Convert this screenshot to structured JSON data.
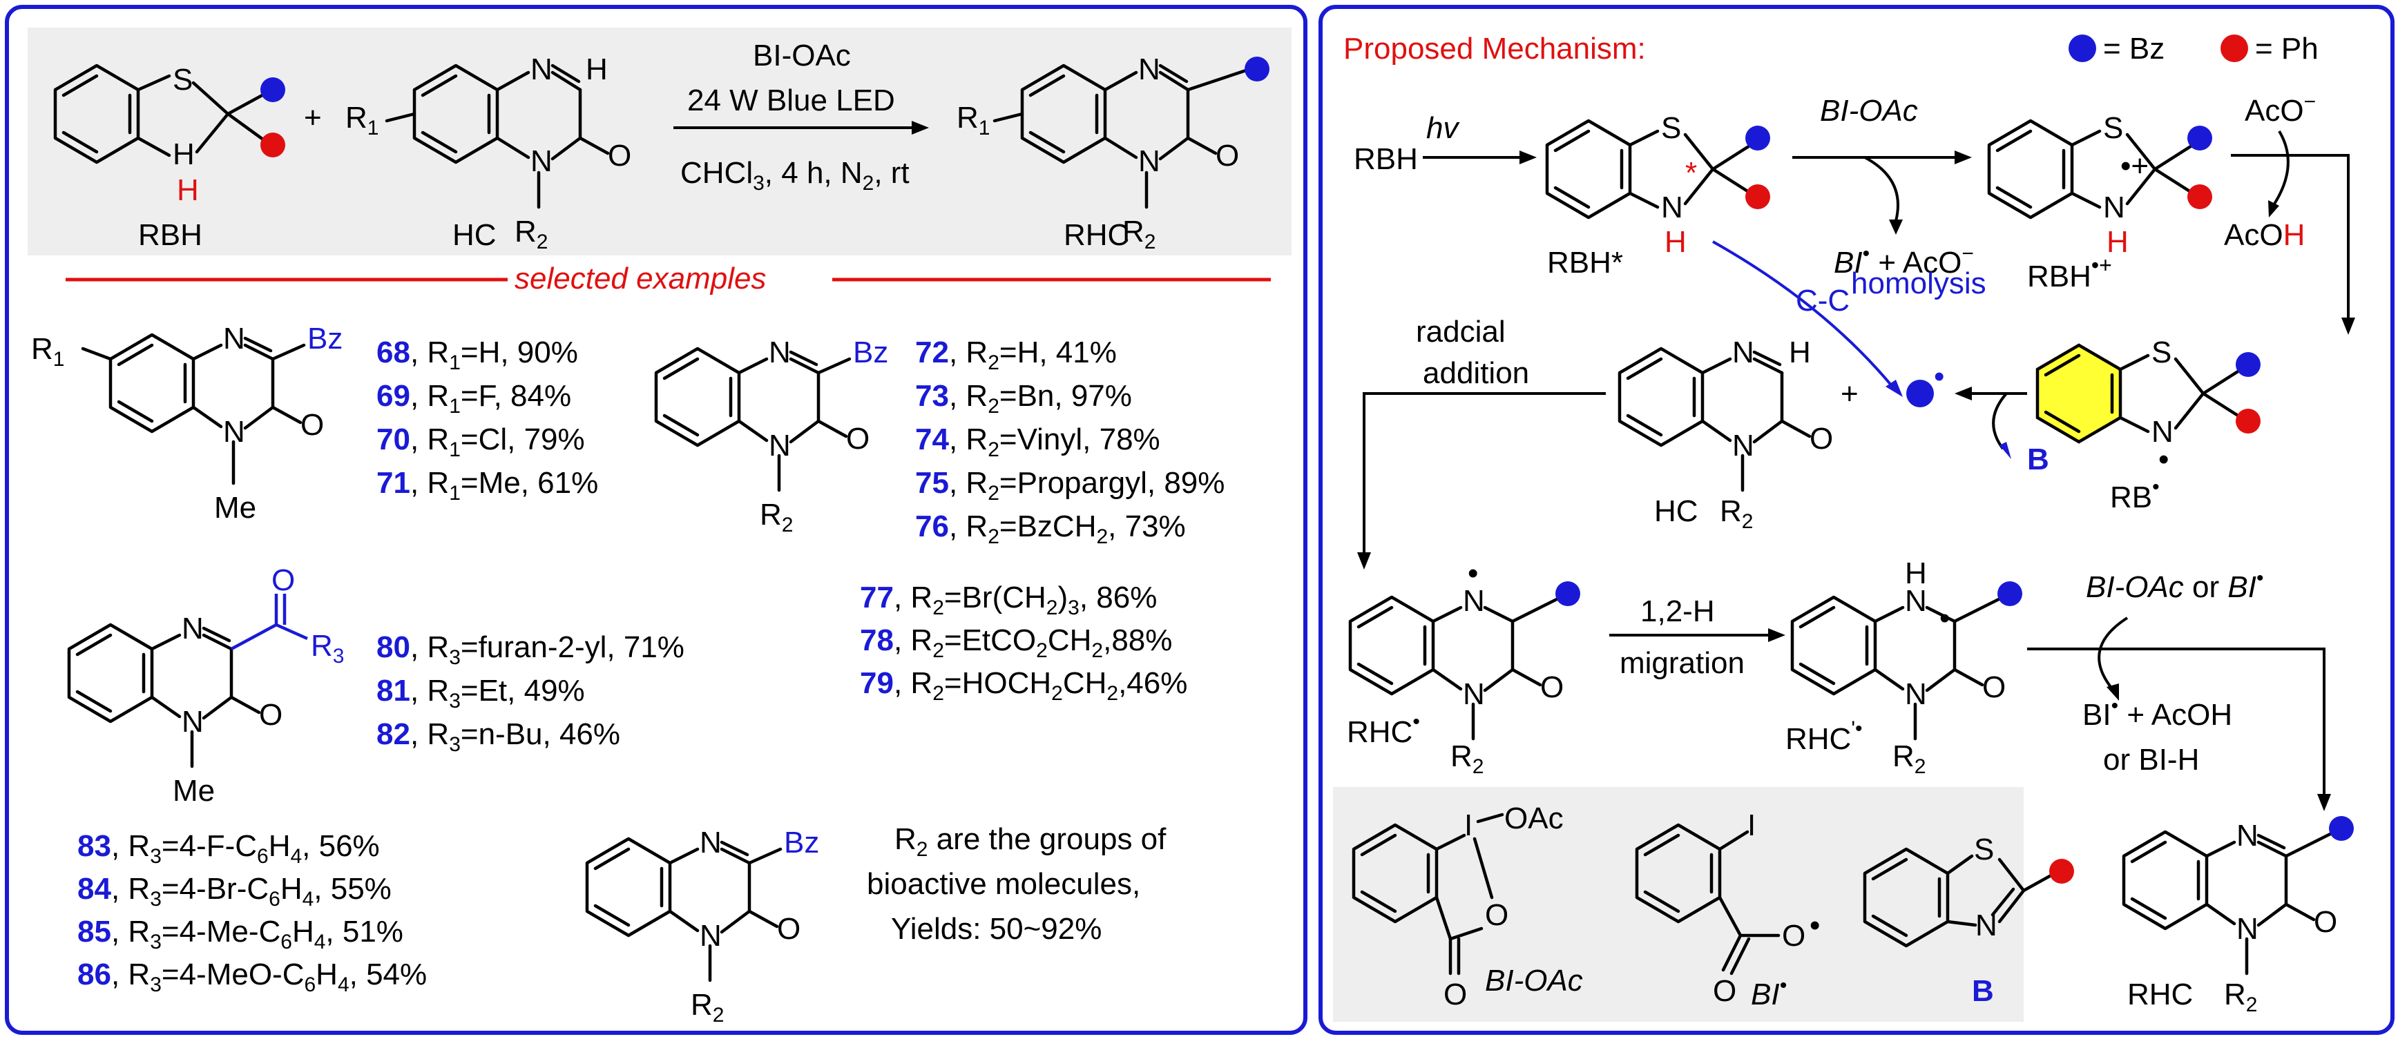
{
  "scheme": {
    "reagents": {
      "line1": "BI-OAc",
      "line2": "24 W Blue LED",
      "line3": "CHCl",
      "line3_sub": "3",
      "line3_tail": ", 4 h, N",
      "line3_sub2": "2",
      "line3_end": ", rt"
    },
    "labels": {
      "rbh": "RBH",
      "hc": "HC",
      "rhc": "RHC",
      "plus": "+",
      "r1": "R",
      "r1_sub": "1",
      "r2": "R",
      "r2_sub": "2",
      "h": "H",
      "s": "S",
      "n": "N",
      "o": "O"
    },
    "selected_examples": "selected examples"
  },
  "examples_group1": [
    {
      "num": "68",
      "text": ", R",
      "sub": "1",
      "tail": "=H, 90%"
    },
    {
      "num": "69",
      "text": ", R",
      "sub": "1",
      "tail": "=F, 84%"
    },
    {
      "num": "70",
      "text": ", R",
      "sub": "1",
      "tail": "=Cl, 79%"
    },
    {
      "num": "71",
      "text": ", R",
      "sub": "1",
      "tail": "=Me, 61%"
    }
  ],
  "examples_group2": [
    {
      "num": "72",
      "text": ", R",
      "sub": "2",
      "tail": "=H, 41%"
    },
    {
      "num": "73",
      "text": ", R",
      "sub": "2",
      "tail": "=Bn, 97%"
    },
    {
      "num": "74",
      "text": ", R",
      "sub": "2",
      "tail": "=Vinyl, 78%"
    },
    {
      "num": "75",
      "text": ", R",
      "sub": "2",
      "tail": "=Propargyl, 89%"
    },
    {
      "num": "76",
      "text": ", R",
      "sub": "2",
      "tail": "=BzCH",
      "sub2": "2",
      "end": ", 73%"
    }
  ],
  "examples_group3": [
    {
      "num": "77",
      "text": ", R",
      "sub": "2",
      "tail": "=Br(CH",
      "sub2": "2",
      "end": ")",
      "sub3": "3",
      "end2": ", 86%"
    },
    {
      "num": "78",
      "text": ", R",
      "sub": "2",
      "tail": "=EtCO",
      "sub2": "2",
      "end": "CH",
      "sub3": "2",
      "end2": ",88%"
    },
    {
      "num": "79",
      "text": ", R",
      "sub": "2",
      "tail": "=HOCH",
      "sub2": "2",
      "end": "CH",
      "sub3": "2",
      "end2": ",46%"
    }
  ],
  "examples_group4": [
    {
      "num": "80",
      "text": ", R",
      "sub": "3",
      "tail": "=furan-2-yl, 71%"
    },
    {
      "num": "81",
      "text": ", R",
      "sub": "3",
      "tail": "=Et, 49%"
    },
    {
      "num": "82",
      "text": ", R",
      "sub": "3",
      "tail": "=n-Bu, 46%"
    }
  ],
  "examples_group5": [
    {
      "num": "83",
      "text": ", R",
      "sub": "3",
      "tail": "=4-F-C",
      "sub2": "6",
      "end": "H",
      "sub3": "4",
      "end2": ", 56%"
    },
    {
      "num": "84",
      "text": ", R",
      "sub": "3",
      "tail": "=4-Br-C",
      "sub2": "6",
      "end": "H",
      "sub3": "4",
      "end2": ", 55%"
    },
    {
      "num": "85",
      "text": ", R",
      "sub": "3",
      "tail": "=4-Me-C",
      "sub2": "6",
      "end": "H",
      "sub3": "4",
      "end2": ",  51%"
    },
    {
      "num": "86",
      "text": ", R",
      "sub": "3",
      "tail": "=4-MeO-C",
      "sub2": "6",
      "end": "H",
      "sub3": "4",
      "end2": ", 54%"
    }
  ],
  "bioactive": {
    "r2": "R",
    "r2_sub": "2",
    "line1_tail": " are the groups of",
    "line2": "bioactive molecules,",
    "line3": "Yields: 50~92%"
  },
  "substituents": {
    "bz": "Bz",
    "me": "Me",
    "r3": "R",
    "r3_sub": "3"
  },
  "mechanism": {
    "title": "Proposed Mechanism:",
    "legend_bz": "= Bz",
    "legend_ph": "= Ph",
    "rbh": "RBH",
    "hv": "hv",
    "rbh_star": "RBH*",
    "star": "*",
    "bi_oac": "BI-OAc",
    "bi_dot_aco": "BI",
    "plus_aco": " + AcO",
    "minus": "−",
    "rbh_radcat": "RBH",
    "radcat": "•+",
    "aco_minus": "AcO",
    "acoh": "AcO",
    "acoh_h": "H",
    "cc": "C-C",
    "homolysis": "homolysis",
    "radical_addition_1": "radcial",
    "radical_addition_2": "addition",
    "hc": "HC",
    "rb_dot": "RB",
    "b": "B",
    "rhc_dot": "RHC",
    "rhc_dot2": "RHC",
    "migration_1": "1,2-H",
    "migration_2": "migration",
    "bi_oac_or": "BI-OAc",
    "or": "or",
    "bi": "BI",
    "bi_acoh": "BI",
    "acoh_tail": " + AcOH",
    "or_bih": "or BI-H",
    "rhc_final": "RHC",
    "bottom_bi_oac": "BI-OAc",
    "bottom_bi": "BI",
    "bottom_b": "B",
    "oac": "OAc",
    "i": "I"
  },
  "colors": {
    "blue": "#1a1ad6",
    "red": "#e01010",
    "border": "#1a1ad6",
    "gray": "#eeeeee",
    "yellow": "#ffff33"
  }
}
